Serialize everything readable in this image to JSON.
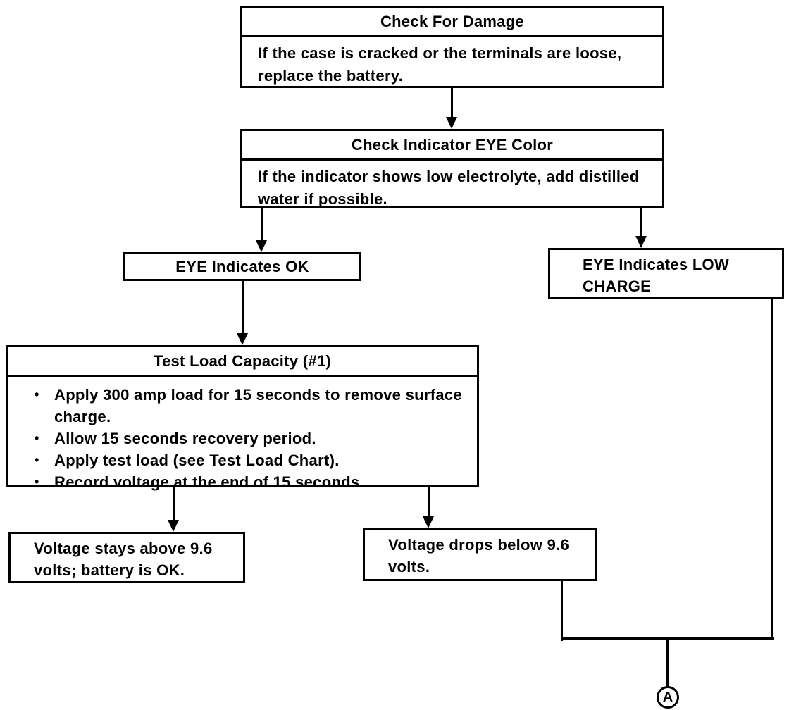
{
  "nodes": {
    "check_damage": {
      "title": "Check For Damage",
      "body": "If the case is cracked or the terminals are loose, replace the battery."
    },
    "check_eye": {
      "title": "Check Indicator EYE Color",
      "body": "If the indicator shows low electrolyte, add distilled water if possible."
    },
    "eye_ok": {
      "label": "EYE Indicates OK"
    },
    "eye_low": {
      "label": "EYE Indicates LOW CHARGE"
    },
    "test_load": {
      "title": "Test Load Capacity (#1)",
      "bullets": [
        "Apply 300 amp load for 15 seconds to remove surface charge.",
        "Allow 15 seconds recovery period.",
        "Apply test load (see Test Load Chart).",
        "Record voltage at the end of 15 seconds."
      ]
    },
    "volt_ok": {
      "label": "Voltage stays above 9.6 volts; battery is OK."
    },
    "volt_low": {
      "label": "Voltage drops below 9.6 volts."
    },
    "connector_a": {
      "label": "A"
    }
  },
  "edges": [
    {
      "from": "check_damage",
      "to": "check_eye"
    },
    {
      "from": "check_eye",
      "to": "eye_ok"
    },
    {
      "from": "check_eye",
      "to": "eye_low"
    },
    {
      "from": "eye_ok",
      "to": "test_load"
    },
    {
      "from": "test_load",
      "to": "volt_ok"
    },
    {
      "from": "test_load",
      "to": "volt_low"
    },
    {
      "from": "volt_low",
      "to": "connector_a"
    },
    {
      "from": "eye_low",
      "to": "connector_a"
    }
  ],
  "glyphs": {
    "bullet": "•"
  },
  "colors": {
    "line": "#000000",
    "background": "#ffffff"
  }
}
